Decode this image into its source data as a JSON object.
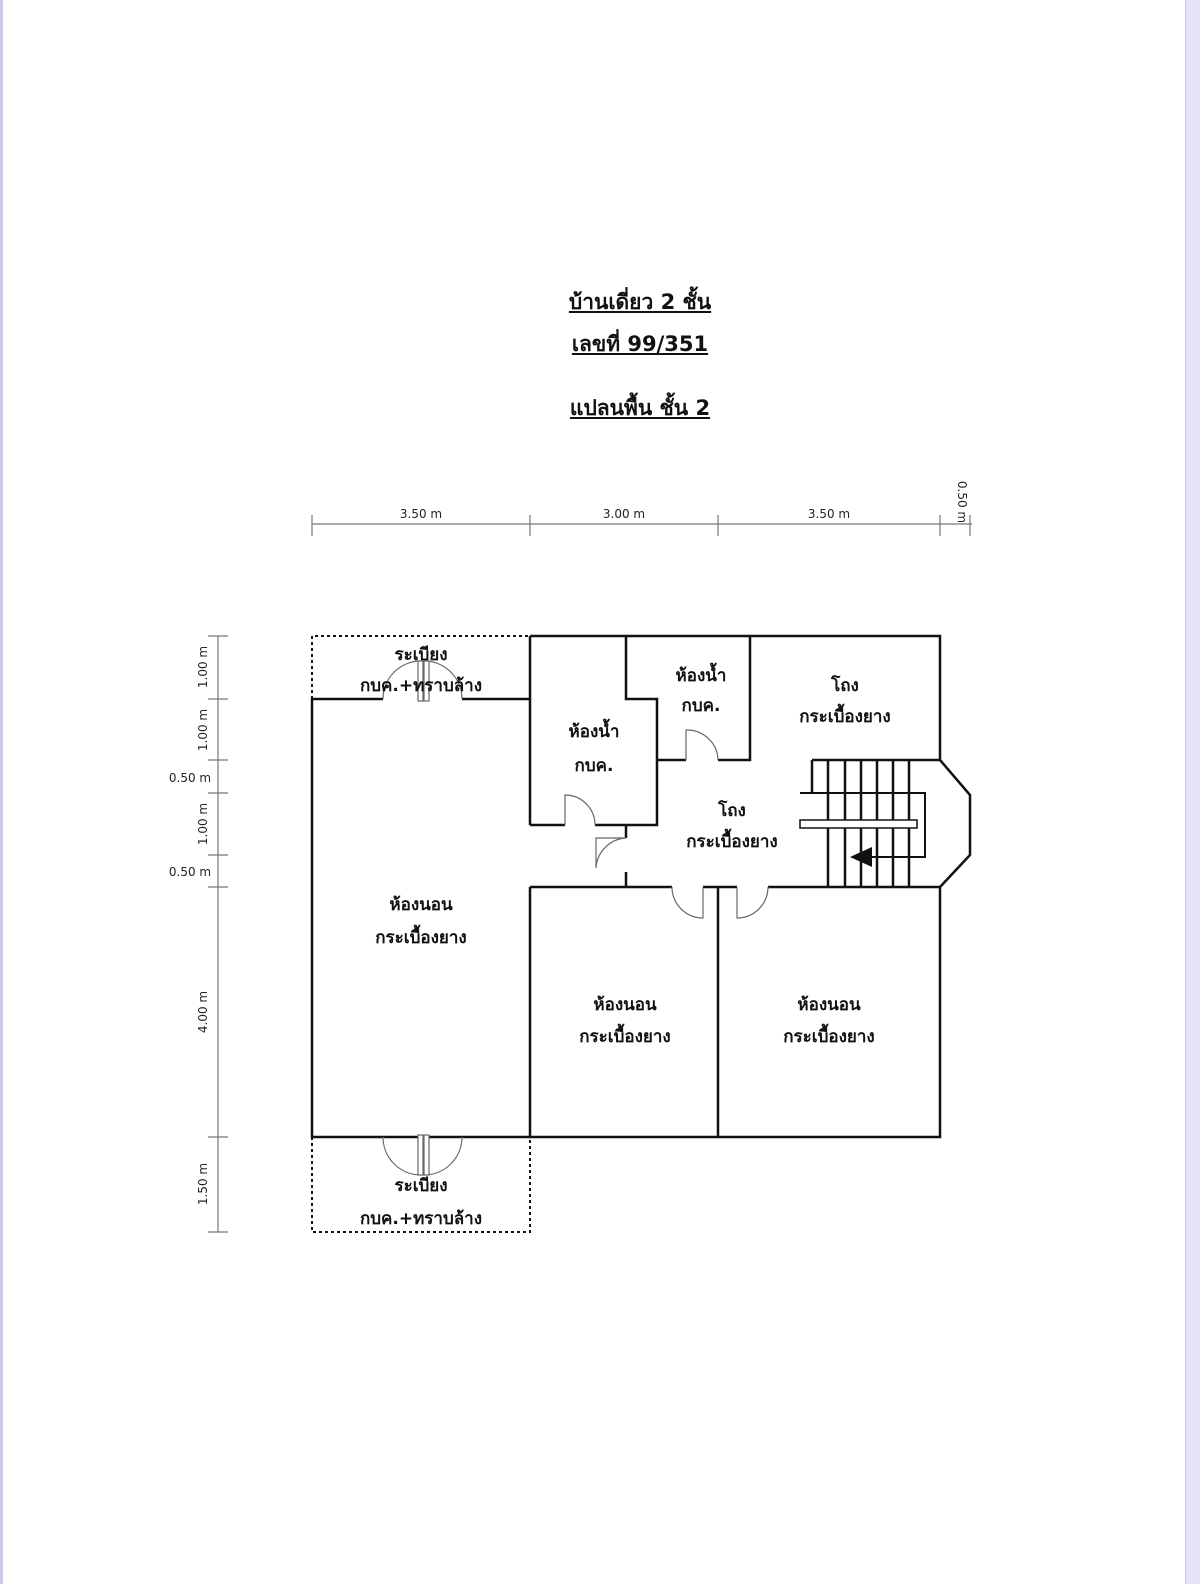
{
  "title": {
    "line1": "บ้านเดี่ยว 2 ชั้น",
    "line2": "เลขที่ 99/351",
    "line3": "แปลนพื้น ชั้น 2"
  },
  "dimensions": {
    "horizontal": [
      "3.50 m",
      "3.00 m",
      "3.50 m",
      "0.50 m"
    ],
    "vertical": [
      "1.00 m",
      "1.00 m",
      "0.50 m",
      "1.00 m",
      "0.50 m",
      "4.00 m",
      "1.50 m"
    ]
  },
  "rooms": {
    "balcony_top": {
      "name": "ระเบียง",
      "floor": "กบค.+ทราบล้าง"
    },
    "bath1": {
      "name": "ห้องน้ำ",
      "floor": "กบค."
    },
    "bath2": {
      "name": "ห้องน้ำ",
      "floor": "กบค."
    },
    "hall_top": {
      "name": "โถง",
      "floor": "กระเบื้องยาง"
    },
    "hall_mid": {
      "name": "โถง",
      "floor": "กระเบื้องยาง"
    },
    "bed_left": {
      "name": "ห้องนอน",
      "floor": "กระเบื้องยาง"
    },
    "bed_mid": {
      "name": "ห้องนอน",
      "floor": "กระเบื้องยาง"
    },
    "bed_right": {
      "name": "ห้องนอน",
      "floor": "กระเบื้องยาง"
    },
    "balcony_bottom": {
      "name": "ระเบียง",
      "floor": "กบค.+ทราบล้าง"
    }
  }
}
